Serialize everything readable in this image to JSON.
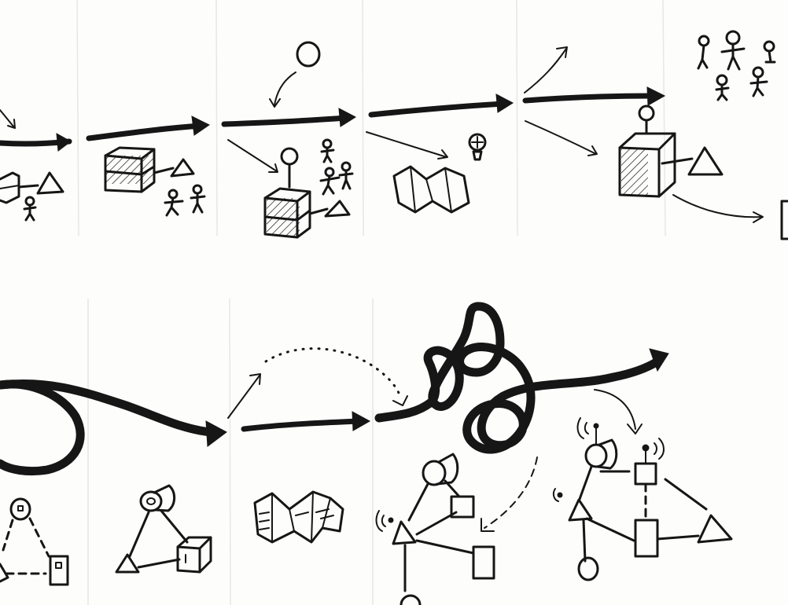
{
  "ink_color": "#161616",
  "paper_color": "#fdfdfc",
  "divider_color": "#e7e7e4",
  "top_row": {
    "panels": [
      {
        "id": 1,
        "icons": [
          "arrow-icon",
          "cube-stack-icon",
          "triangle-icon",
          "person-icon"
        ]
      },
      {
        "id": 2,
        "icons": [
          "arrow-icon",
          "striped-cube-stack-icon",
          "triangle-icon",
          "person-group-icon"
        ]
      },
      {
        "id": 3,
        "icons": [
          "circle-icon",
          "arrow-icon",
          "cube-stack-icon",
          "triangle-icon",
          "person-group-icon"
        ]
      },
      {
        "id": 4,
        "icons": [
          "arrow-icon",
          "lightbulb-icon",
          "folded-map-icon"
        ]
      },
      {
        "id": 5,
        "icons": [
          "branching-arrows-icon",
          "striped-cube-icon",
          "triangle-icon",
          "person-group-icon"
        ]
      }
    ]
  },
  "bottom_row": {
    "panels": [
      {
        "id": 1,
        "icons": [
          "loop-arrow-icon",
          "circle-icon",
          "triangle-icon",
          "rectangle-icon"
        ]
      },
      {
        "id": 2,
        "icons": [
          "arrow-icon",
          "cylinder-icon",
          "triangle-icon",
          "cube-icon"
        ]
      },
      {
        "id": 3,
        "icons": [
          "dotted-arc-arrow-icon",
          "arrow-icon",
          "folded-map-icon"
        ]
      },
      {
        "id": 4,
        "icons": [
          "tangled-line-arrow-icon",
          "network-icon",
          "signal-icon"
        ]
      },
      {
        "id": 5,
        "icons": [
          "network-icon",
          "signal-icon"
        ]
      }
    ]
  }
}
